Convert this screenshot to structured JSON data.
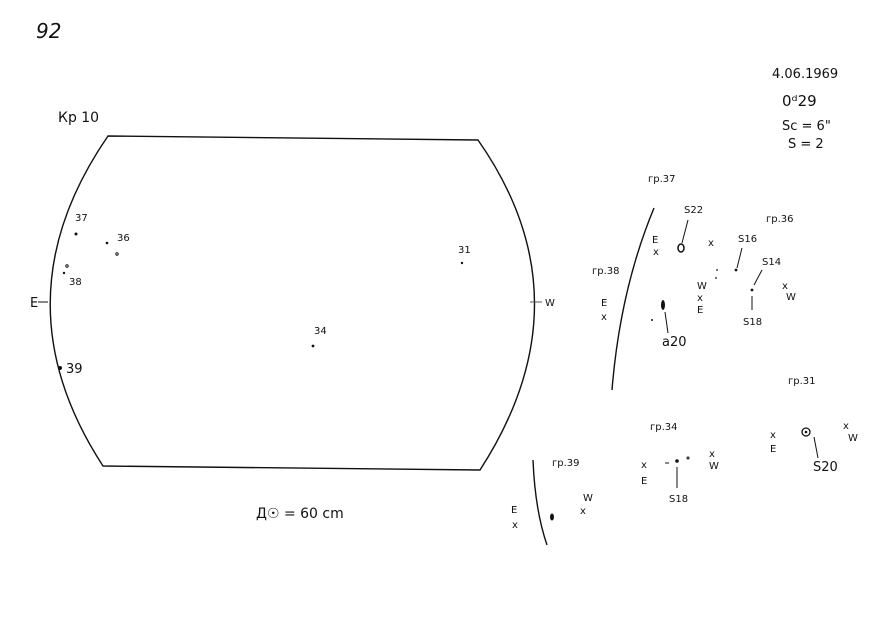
{
  "page_number": "92",
  "header": {
    "date": "4.06.1969",
    "time": "0ᵈ29",
    "seeing": "Sc = 6\"",
    "s_value": "S = 2"
  },
  "disk": {
    "label": "Кр 10",
    "east": "E",
    "west": "W",
    "diameter_note": "Д☉ = 60 cm",
    "group_labels": [
      "37",
      "36",
      "38",
      "39",
      "31",
      "34"
    ]
  },
  "details": {
    "g37": {
      "title": "гр.37",
      "spot": "S22",
      "e": "E",
      "x": "x"
    },
    "g38": {
      "title": "гр.38",
      "e": "E",
      "x": "x",
      "spot": "a20",
      "w": "W"
    },
    "g36": {
      "title": "гр.36",
      "spot1": "S16",
      "spot2": "S14",
      "spot3": "S18",
      "x": "x",
      "w": "W",
      "e": "E"
    },
    "g31": {
      "title": "гр.31",
      "spot": "S20",
      "x": "x",
      "e": "E",
      "w": "W"
    },
    "g34": {
      "title": "гр.34",
      "spot": "S18",
      "x": "x",
      "e": "E",
      "w": "W"
    },
    "g39": {
      "title": "гр.39",
      "e": "E",
      "x": "x",
      "w": "W"
    }
  }
}
